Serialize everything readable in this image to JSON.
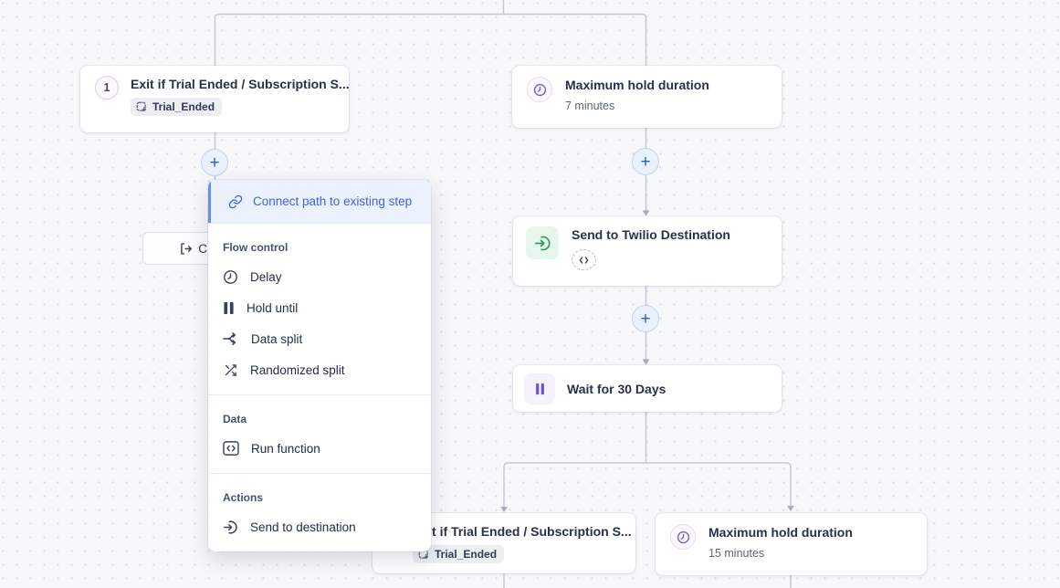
{
  "nodes": {
    "exit_top": {
      "number": "1",
      "title": "Exit if Trial Ended / Subscription S...",
      "tag": "Trial_Ended"
    },
    "hold_top": {
      "title": "Maximum hold duration",
      "subtitle": "7 minutes"
    },
    "send": {
      "title": "Send to Twilio Destination"
    },
    "wait": {
      "title": "Wait for 30 Days"
    },
    "exit_bottom": {
      "title": "Exit if Trial Ended / Subscription S...",
      "tag": "Trial_Ended"
    },
    "hold_bottom": {
      "title": "Maximum hold duration",
      "subtitle": "15 minutes"
    }
  },
  "partial_button": {
    "label": "C"
  },
  "add_menu": {
    "connect_label": "Connect path to existing step",
    "flow_control": {
      "header": "Flow control",
      "items": [
        "Delay",
        "Hold until",
        "Data split",
        "Randomized split"
      ]
    },
    "data": {
      "header": "Data",
      "items": [
        "Run function"
      ]
    },
    "actions": {
      "header": "Actions",
      "items": [
        "Send to destination"
      ]
    }
  },
  "icons": {
    "plus": "+",
    "names": [
      "link-icon",
      "clock-icon",
      "pause-icon",
      "data-split-icon",
      "shuffle-icon",
      "code-icon",
      "send-to-destination-icon",
      "exit-icon",
      "audience-icon"
    ]
  },
  "colors": {
    "accent_blue": "#3d63dd",
    "selected_item_bg": "#ecf2fd",
    "purple": "#6d4fd2",
    "green": "#35985e",
    "canvas_bg": "#f7f8fa",
    "connector": "#c5c9d5"
  }
}
